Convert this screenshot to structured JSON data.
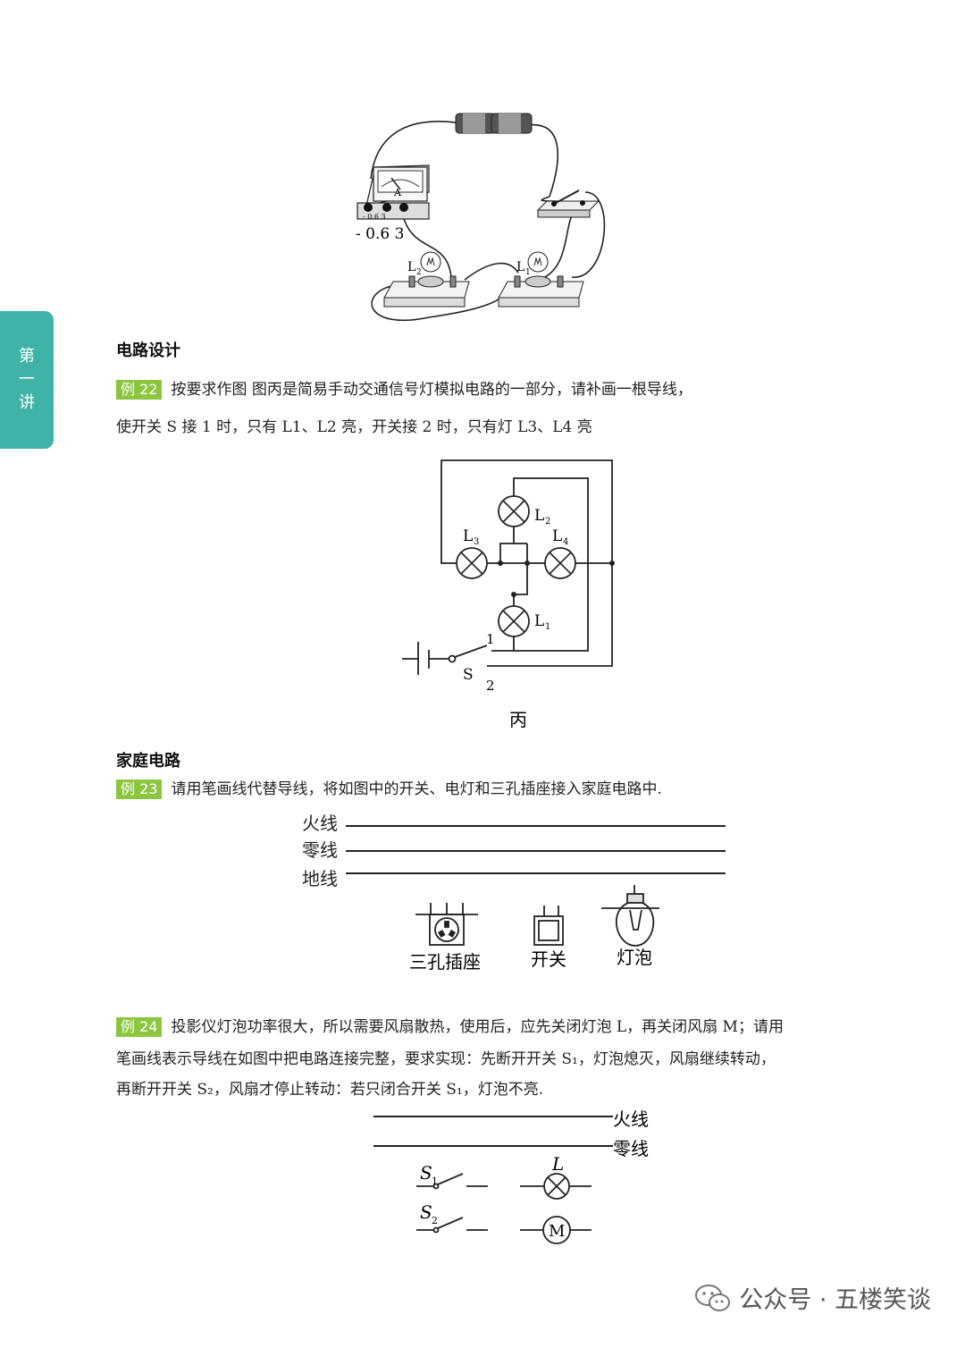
{
  "side_tab": {
    "chars": [
      "第",
      "一",
      "讲"
    ]
  },
  "figure1": {
    "scale_label": "- 0.6 3",
    "meter_letter": "A",
    "meter_terminals": "-  0.6  3",
    "lamp2": "L",
    "lamp2_sub": "2",
    "lamp1": "L",
    "lamp1_sub": "1"
  },
  "section1": {
    "title": "电路设计"
  },
  "ex22": {
    "badge": "例 22",
    "line1": "按要求作图 图丙是简易手动交通信号灯模拟电路的一部分，请补画一根导线，",
    "line2": "使开关 S 接 1 时，只有 L1、L2 亮，开关接 2 时，只有灯 L3、L4 亮",
    "diagram": {
      "l1": "L",
      "l1_sub": "1",
      "l2": "L",
      "l2_sub": "2",
      "l3": "L",
      "l3_sub": "3",
      "l4": "L",
      "l4_sub": "4",
      "switch": "S",
      "pos1": "1",
      "pos2": "2",
      "caption": "丙"
    }
  },
  "section2": {
    "title": "家庭电路"
  },
  "ex23": {
    "badge": "例 23",
    "line1": "请用笔画线代替导线，将如图中的开关、电灯和三孔插座接入家庭电路中.",
    "diagram": {
      "live": "火线",
      "neutral": "零线",
      "ground": "地线",
      "socket": "三孔插座",
      "switch": "开关",
      "bulb": "灯泡"
    }
  },
  "ex24": {
    "badge": "例 24",
    "line1": "投影仪灯泡功率很大，所以需要风扇散热，使用后，应先关闭灯泡 L，再关闭风扇 M；请用",
    "line2": "笔画线表示导线在如图中把电路连接完整，要求实现：先断开开关 S₁，灯泡熄灭，风扇继续转动，",
    "line3": "再断开开关 S₂，风扇才停止转动：若只闭合开关 S₁，灯泡不亮.",
    "diagram": {
      "live": "火线",
      "neutral": "零线",
      "s1": "S",
      "s1_sub": "1",
      "s2": "S",
      "s2_sub": "2",
      "lamp": "L",
      "motor": "M"
    }
  },
  "watermark": {
    "text": "公众号 · 五楼笑谈"
  }
}
